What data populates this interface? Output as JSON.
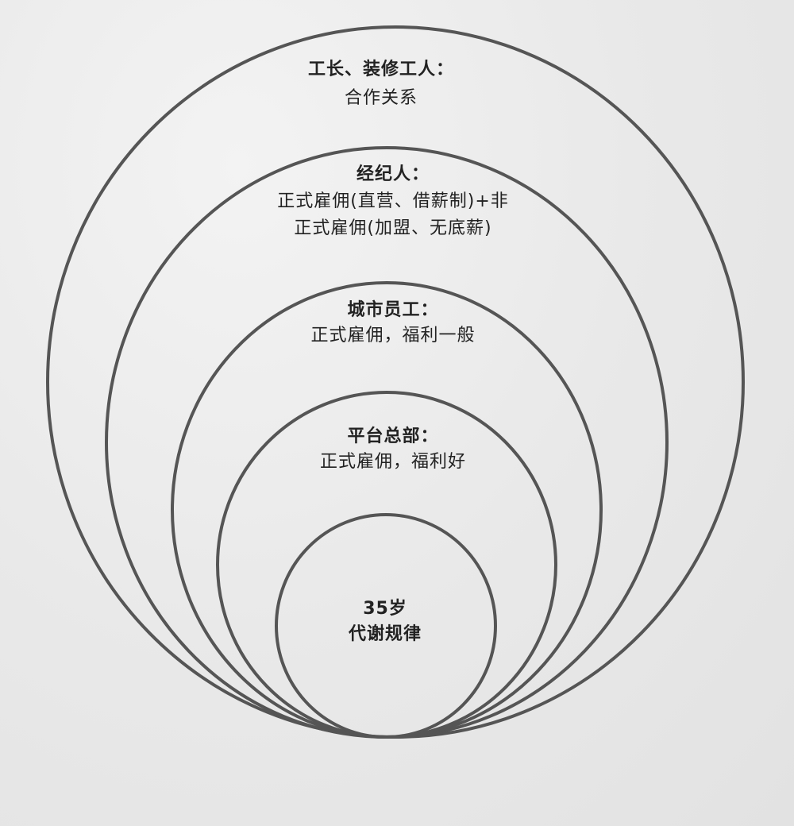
{
  "rings": [
    {
      "title": "工长、装修工人：",
      "lines": [
        "合作关系"
      ]
    },
    {
      "title": "经纪人：",
      "lines": [
        "正式雇佣(直营、借薪制)+非",
        "正式雇佣(加盟、无底薪)"
      ]
    },
    {
      "title": "城市员工：",
      "lines": [
        "正式雇佣，福利一般"
      ]
    },
    {
      "title": "平台总部：",
      "lines": [
        "正式雇佣，福利好"
      ]
    },
    {
      "title": "35岁",
      "lines": [
        "代谢规律"
      ]
    }
  ],
  "colors": {
    "stroke": "#555555",
    "background": "#ebebeb"
  }
}
